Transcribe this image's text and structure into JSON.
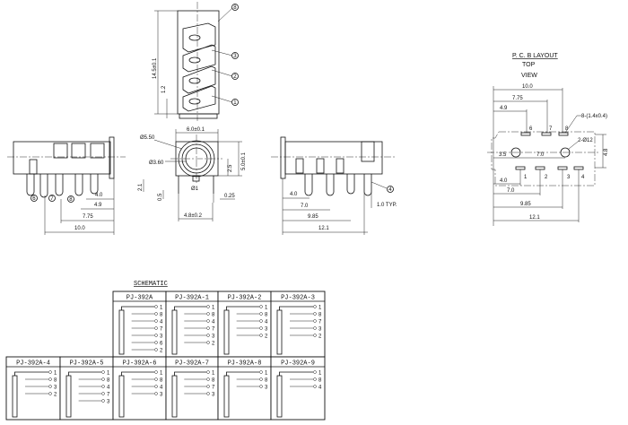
{
  "top_view": {
    "dims": {
      "length": "14.5±0.1",
      "offset": "1.2"
    },
    "callouts": [
      "8",
      "3",
      "2",
      "1"
    ]
  },
  "left_view": {
    "dims": [
      "4.0",
      "4.9",
      "7.75",
      "10.0"
    ],
    "callouts": [
      "6",
      "7",
      "8"
    ]
  },
  "front_view": {
    "dims": {
      "width": "6.0±0.1",
      "height": "5.0±0.1",
      "half": "2.5",
      "outer_dia": "Ø5.50",
      "inner_dia": "Ø3.60",
      "h21": "2.1",
      "h05": "0.5",
      "pin_dia": "Ø1",
      "t025": "0.25",
      "base": "4.8±0.2"
    }
  },
  "right_view": {
    "dims": [
      "4.0",
      "7.0",
      "9.85",
      "12.1"
    ],
    "typ": "1.0 TYP.",
    "callout": "4"
  },
  "pcb": {
    "title": "P. C. B LAYOUT",
    "top": "TOP",
    "view": "VIEW",
    "dims_top": [
      "10.0",
      "7.75",
      "4.9"
    ],
    "dims_mid": [
      "3.5",
      "7.0"
    ],
    "dims_bottom": [
      "4.0",
      "7.0",
      "9.85",
      "12.1"
    ],
    "height": "4.8",
    "pads": "8-(1.4x0.4)",
    "holes": "2-Ø12",
    "top_pins": [
      "6",
      "7",
      "8"
    ],
    "bottom_pins": [
      "1",
      "2",
      "3",
      "4"
    ]
  },
  "schematic": {
    "title": "SCHEMATIC",
    "cells": [
      {
        "name": "PJ-392A",
        "pins": [
          "1",
          "8",
          "4",
          "7",
          "3",
          "6",
          "2"
        ]
      },
      {
        "name": "PJ-392A-1",
        "pins": [
          "1",
          "8",
          "4",
          "7",
          "3",
          "2"
        ]
      },
      {
        "name": "PJ-392A-2",
        "pins": [
          "1",
          "8",
          "4",
          "3",
          "2"
        ]
      },
      {
        "name": "PJ-392A-3",
        "pins": [
          "1",
          "8",
          "7",
          "3",
          "2"
        ]
      },
      {
        "name": "PJ-392A-4",
        "pins": [
          "1",
          "8",
          "3",
          "2"
        ]
      },
      {
        "name": "PJ-392A-5",
        "pins": [
          "1",
          "8",
          "4",
          "7",
          "3"
        ]
      },
      {
        "name": "PJ-392A-6",
        "pins": [
          "1",
          "8",
          "4",
          "3"
        ]
      },
      {
        "name": "PJ-392A-7",
        "pins": [
          "1",
          "8",
          "7",
          "3"
        ]
      },
      {
        "name": "PJ-392A-8",
        "pins": [
          "1",
          "8",
          "3"
        ]
      },
      {
        "name": "PJ-392A-9",
        "pins": [
          "1",
          "8",
          "4"
        ]
      }
    ]
  }
}
